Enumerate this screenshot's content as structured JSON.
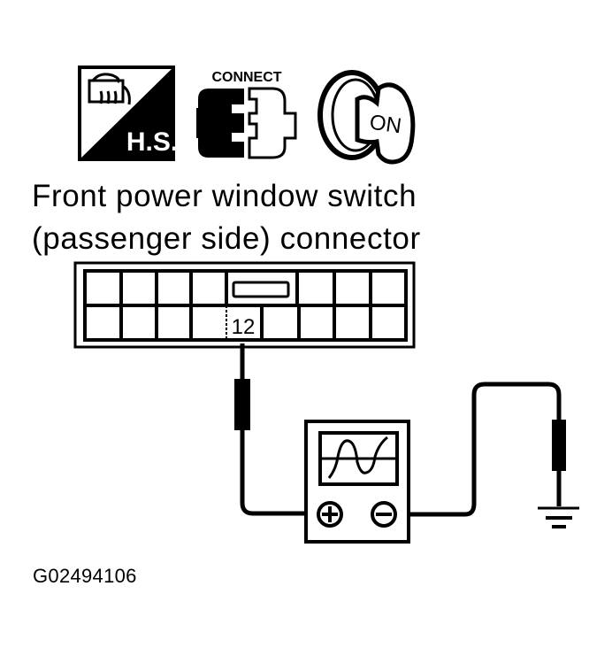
{
  "icons": {
    "hs_label": "H.S.",
    "connect_label": "CONNECT",
    "ignition_label": "ON"
  },
  "title": {
    "line1": "Front power window switch",
    "line2": "(passenger side) connector"
  },
  "connector": {
    "terminal": "12",
    "rows": 2,
    "cols": 9
  },
  "meter": {
    "positive_symbol": "+",
    "negative_symbol": "−",
    "display": "sine-wave"
  },
  "figure_code": "G02494106",
  "colors": {
    "ink": "#000000",
    "paper": "#ffffff"
  }
}
